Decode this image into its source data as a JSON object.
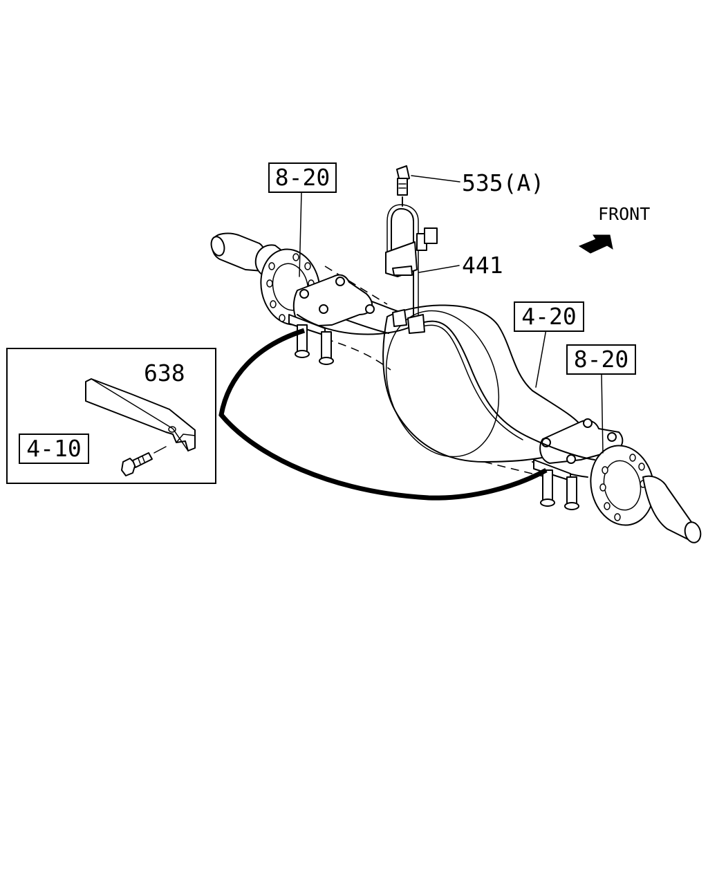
{
  "labels": {
    "ref_8_20_top": "8-20",
    "part_535": "535(A)",
    "part_441": "441",
    "ref_4_20": "4-20",
    "ref_8_20_right": "8-20",
    "part_638": "638",
    "ref_4_10": "4-10"
  },
  "front_indicator": {
    "text": "FRONT",
    "icon": "arrow-icon"
  }
}
